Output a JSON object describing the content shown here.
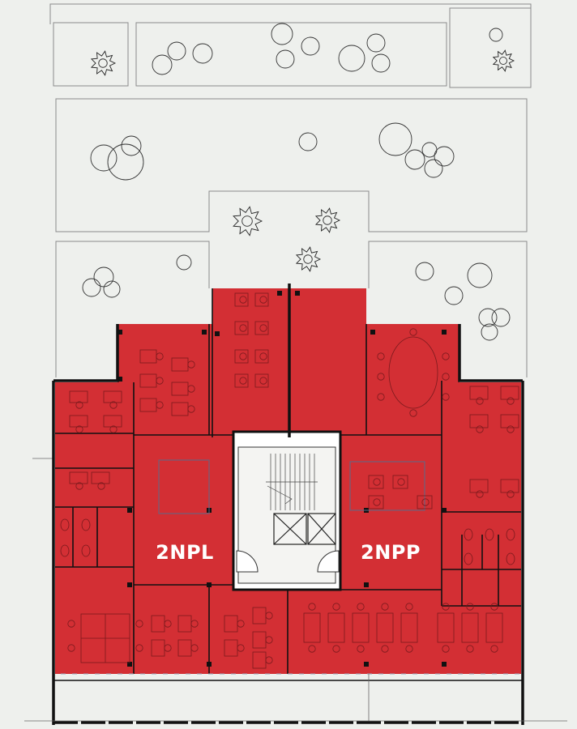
{
  "zones": [
    {
      "id": "left",
      "label": "2NPL"
    },
    {
      "id": "right",
      "label": "2NPP"
    }
  ],
  "colors": {
    "background": "#eef0ed",
    "zone_fill": "#d32f34",
    "wall": "#111111",
    "line": "#555555",
    "core": "#ffffff",
    "label": "#ffffff"
  },
  "icons": [
    "tree-icon",
    "shrub-icon",
    "desk-icon",
    "chair-icon",
    "toilet-icon",
    "stair-icon",
    "elevator-icon",
    "door-swing-icon"
  ]
}
